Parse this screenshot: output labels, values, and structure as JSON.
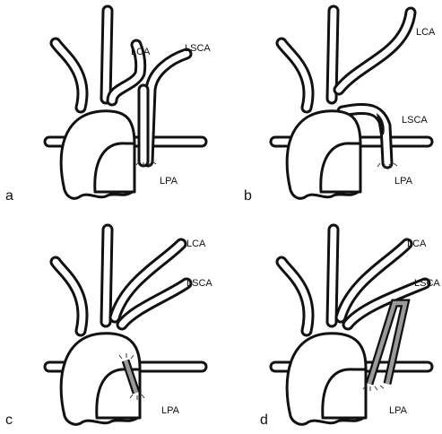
{
  "panels": [
    {
      "letter": "a",
      "labels": {
        "lca": "LCA",
        "lsca": "LSCA",
        "lpa": "LPA"
      }
    },
    {
      "letter": "b",
      "labels": {
        "lca": "LCA",
        "lsca": "LSCA",
        "lpa": "LPA"
      }
    },
    {
      "letter": "c",
      "labels": {
        "lca": "LCA",
        "lsca": "LSCA",
        "lpa": "LPA"
      }
    },
    {
      "letter": "d",
      "labels": {
        "lca": "LCA",
        "lsca": "LSCA",
        "lpa": "LPA"
      }
    }
  ],
  "colors": {
    "outline": "#111111",
    "fill": "#ffffff",
    "graft": "#9a9a9a"
  }
}
